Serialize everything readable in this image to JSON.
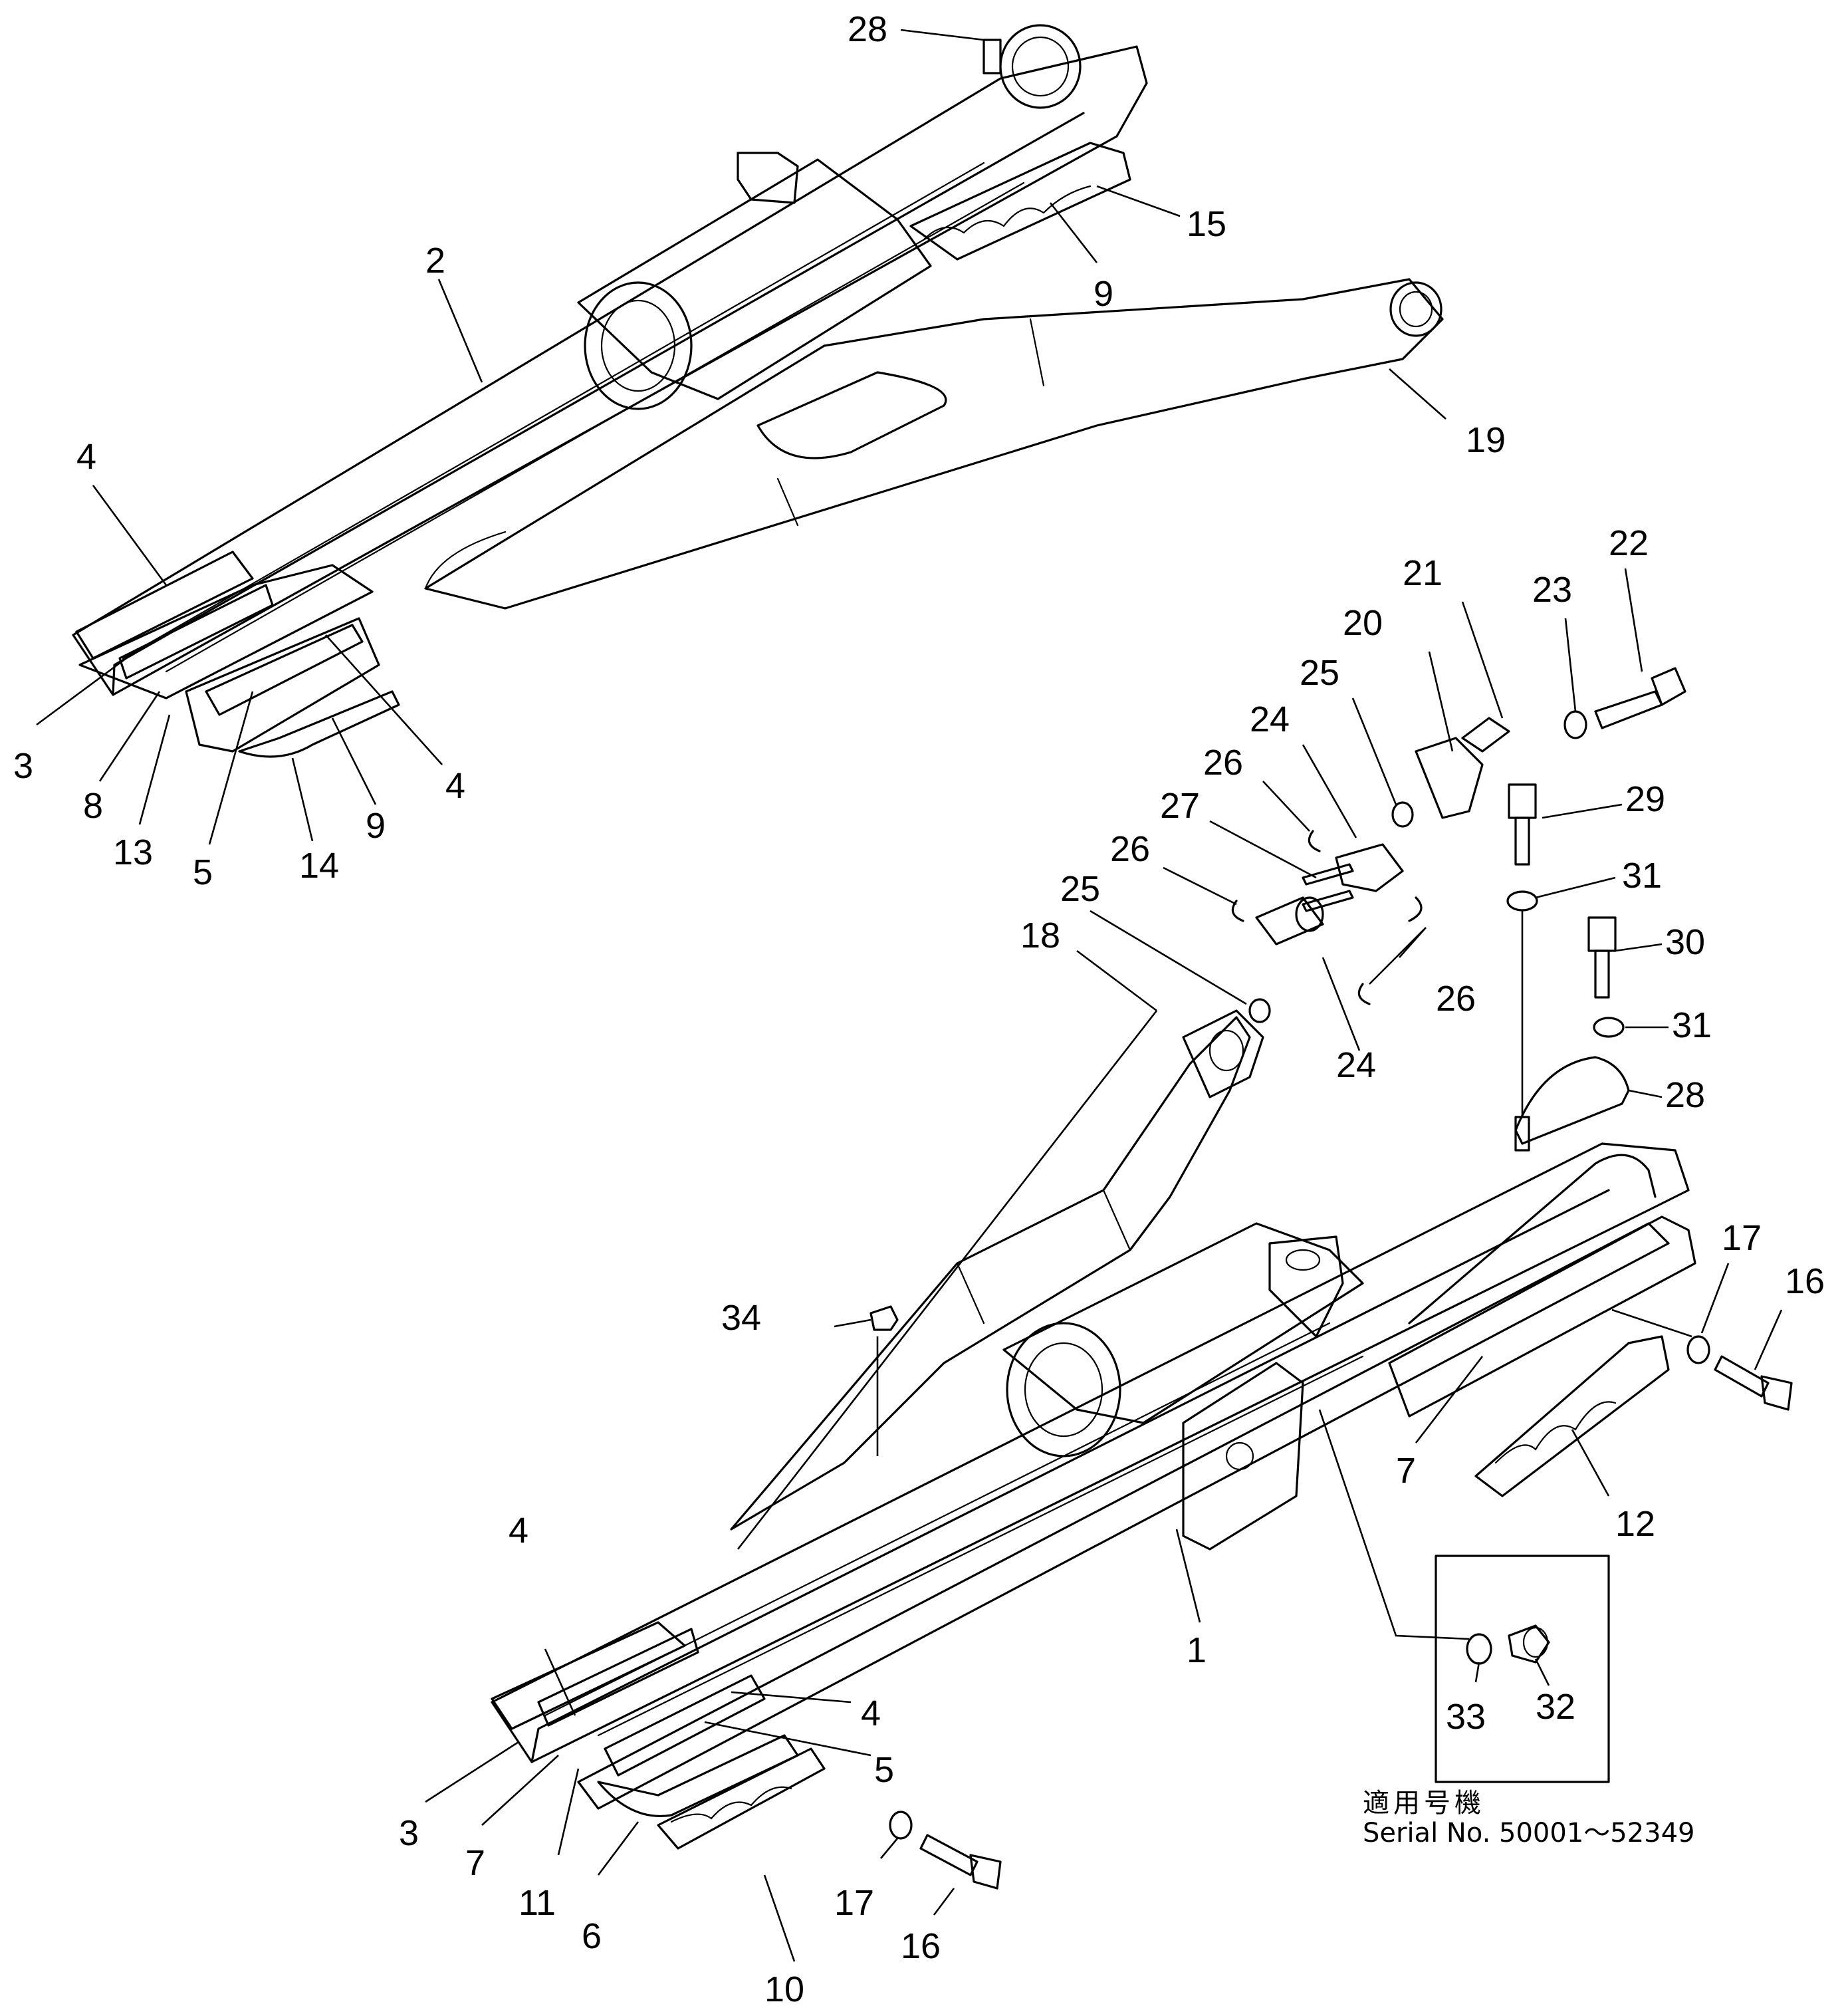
{
  "callouts": [
    {
      "id": "c28a",
      "text": "28"
    },
    {
      "id": "c15",
      "text": "15"
    },
    {
      "id": "c2",
      "text": "2"
    },
    {
      "id": "c9a",
      "text": "9"
    },
    {
      "id": "c19",
      "text": "19"
    },
    {
      "id": "c4a",
      "text": "4"
    },
    {
      "id": "c3a",
      "text": "3"
    },
    {
      "id": "c8",
      "text": "8"
    },
    {
      "id": "c13",
      "text": "13"
    },
    {
      "id": "c5a",
      "text": "5"
    },
    {
      "id": "c14",
      "text": "14"
    },
    {
      "id": "c9b",
      "text": "9"
    },
    {
      "id": "c4b",
      "text": "4"
    },
    {
      "id": "c21",
      "text": "21"
    },
    {
      "id": "c23",
      "text": "23"
    },
    {
      "id": "c22",
      "text": "22"
    },
    {
      "id": "c20",
      "text": "20"
    },
    {
      "id": "c25a",
      "text": "25"
    },
    {
      "id": "c24a",
      "text": "24"
    },
    {
      "id": "c26a",
      "text": "26"
    },
    {
      "id": "c27",
      "text": "27"
    },
    {
      "id": "c26b",
      "text": "26"
    },
    {
      "id": "c25b",
      "text": "25"
    },
    {
      "id": "c29",
      "text": "29"
    },
    {
      "id": "c31a",
      "text": "31"
    },
    {
      "id": "c30",
      "text": "30"
    },
    {
      "id": "c31b",
      "text": "31"
    },
    {
      "id": "c18",
      "text": "18"
    },
    {
      "id": "c26c",
      "text": "26"
    },
    {
      "id": "c24b",
      "text": "24"
    },
    {
      "id": "c28b",
      "text": "28"
    },
    {
      "id": "c17a",
      "text": "17"
    },
    {
      "id": "c16a",
      "text": "16"
    },
    {
      "id": "c34",
      "text": "34"
    },
    {
      "id": "c7a",
      "text": "7"
    },
    {
      "id": "c12",
      "text": "12"
    },
    {
      "id": "c4c",
      "text": "4"
    },
    {
      "id": "c1",
      "text": "1"
    },
    {
      "id": "c4d",
      "text": "4"
    },
    {
      "id": "c5b",
      "text": "5"
    },
    {
      "id": "c3b",
      "text": "3"
    },
    {
      "id": "c7b",
      "text": "7"
    },
    {
      "id": "c11",
      "text": "11"
    },
    {
      "id": "c6",
      "text": "6"
    },
    {
      "id": "c17b",
      "text": "17"
    },
    {
      "id": "c16b",
      "text": "16"
    },
    {
      "id": "c10",
      "text": "10"
    },
    {
      "id": "c33",
      "text": "33"
    },
    {
      "id": "c32",
      "text": "32"
    }
  ],
  "note": {
    "applicable_label": "適用号機",
    "serial_text": "Serial No. 50001～52349"
  }
}
